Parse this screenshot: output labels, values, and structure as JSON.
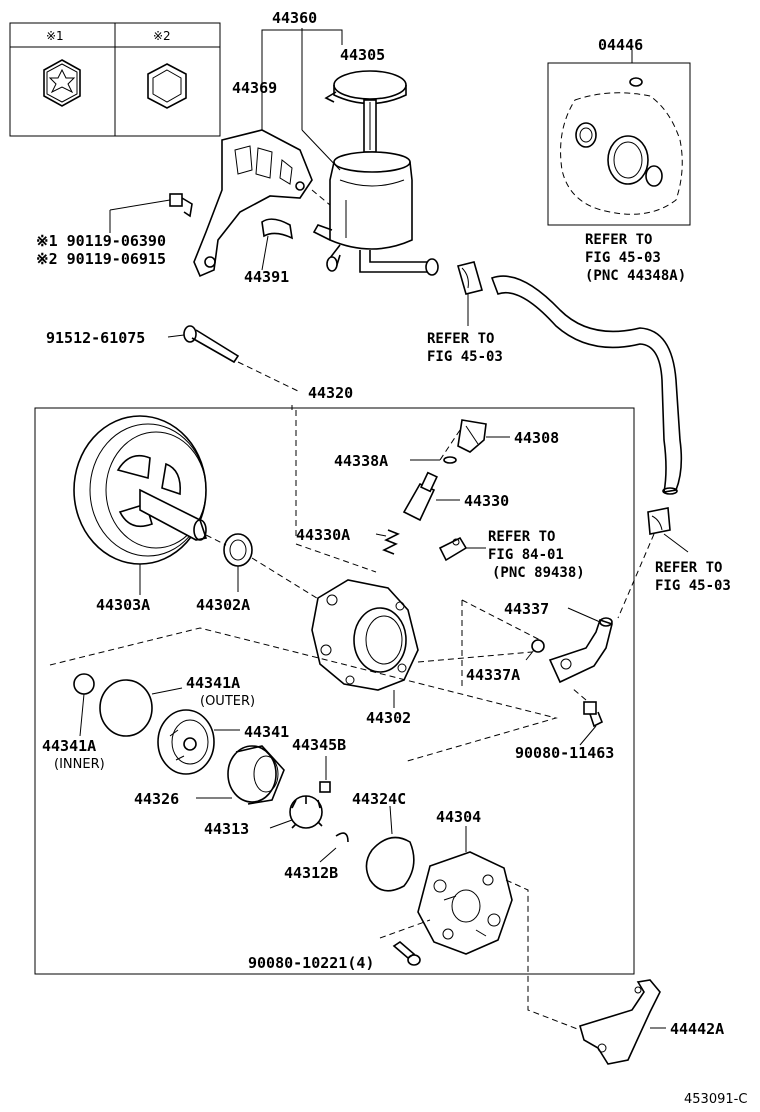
{
  "legend": {
    "mark1": "※1",
    "mark2": "※2"
  },
  "labels": {
    "p44360": "44360",
    "p44305": "44305",
    "p44369": "44369",
    "p04446": "04446",
    "bolt1": "※1 90119-06390",
    "bolt2": "※2 90119-06915",
    "p44391": "44391",
    "p91512": "91512-61075",
    "p44320": "44320",
    "p44308": "44308",
    "p44338A": "44338A",
    "p44330": "44330",
    "p44330A": "44330A",
    "p44303A": "44303A",
    "p44302A": "44302A",
    "p44337": "44337",
    "p44337A": "44337A",
    "p44302": "44302",
    "p90080_11463": "90080-11463",
    "p44341A_outer": "44341A",
    "outer_note": "(OUTER)",
    "p44341": "44341",
    "p44341A_inner": "44341A",
    "inner_note": "(INNER)",
    "p44345B": "44345B",
    "p44326": "44326",
    "p44324C": "44324C",
    "p44304": "44304",
    "p44313": "44313",
    "p44312B": "44312B",
    "p90080_10221": "90080-10221(4)",
    "p44442A": "44442A",
    "diagram_code": "453091-C"
  },
  "refs": {
    "ref_a": {
      "l1": "REFER TO",
      "l2": "FIG 45-03",
      "l3": "(PNC 44348A)"
    },
    "ref_b": {
      "l1": "REFER TO",
      "l2": "FIG 45-03"
    },
    "ref_c": {
      "l1": "REFER TO",
      "l2": "FIG 84-01",
      "l3": "(PNC 89438)"
    },
    "ref_d": {
      "l1": "REFER TO",
      "l2": "FIG 45-03"
    }
  }
}
